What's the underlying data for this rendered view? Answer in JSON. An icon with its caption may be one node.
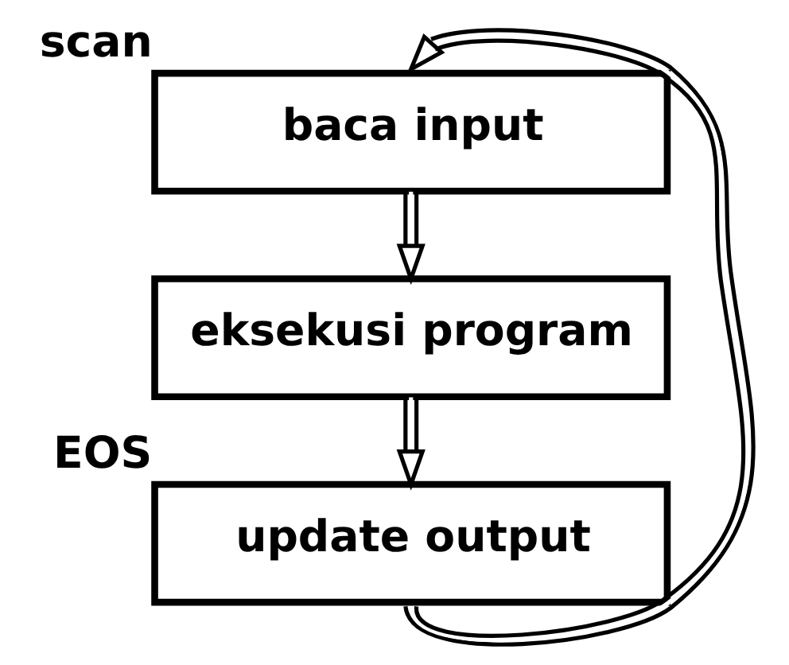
{
  "diagram": {
    "nodes": [
      {
        "text": [
          "baca input"
        ],
        "beside": [
          "scan"
        ]
      },
      {
        "text": [
          "eksekusi program"
        ]
      },
      {
        "text": [
          "update output"
        ],
        "beside": [
          "EOS"
        ]
      }
    ],
    "edges": [
      {
        "from": 0,
        "to": 1,
        "arrow": "to"
      },
      {
        "from": 1,
        "to": 2,
        "arrow": "to"
      },
      {
        "from": 2,
        "to": 0,
        "arrow": "to"
      }
    ]
  }
}
